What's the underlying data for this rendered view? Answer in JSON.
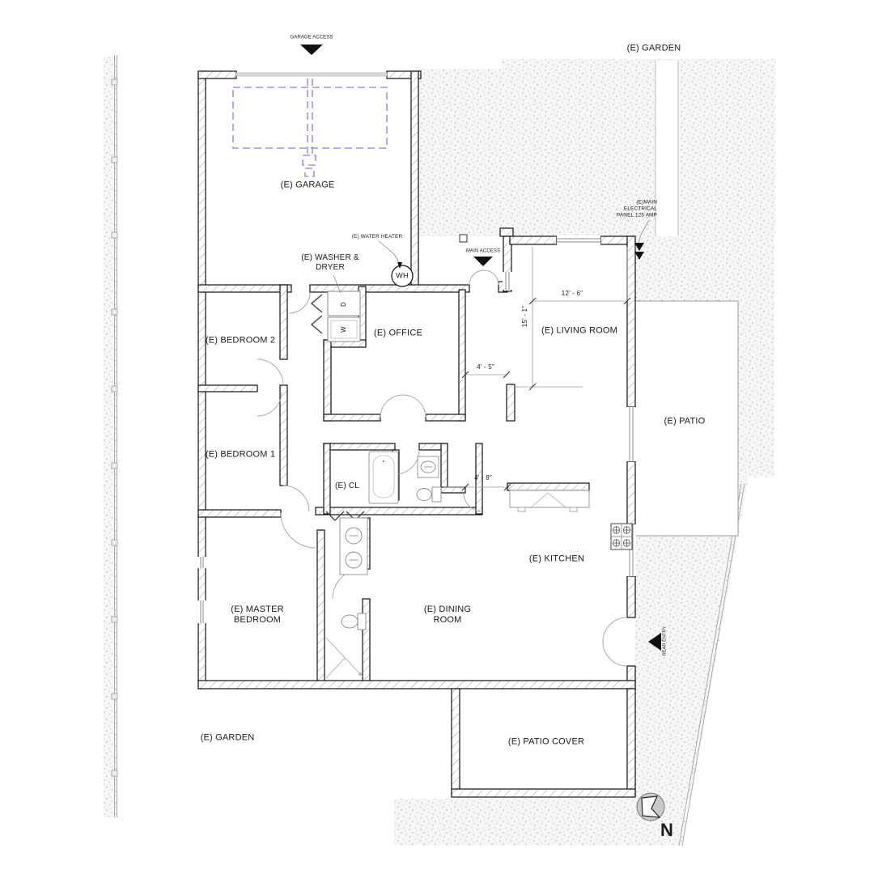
{
  "rooms": {
    "garage": "(E) GARAGE",
    "garden_top": "(E) GARDEN",
    "garden_bottom": "(E) GARDEN",
    "bedroom2": "(E) BEDROOM 2",
    "bedroom1": "(E) BEDROOM 1",
    "office": "(E) OFFICE",
    "living_room": "(E) LIVING ROOM",
    "patio": "(E) PATIO",
    "closet": "(E) CL",
    "kitchen": "(E) KITCHEN",
    "master_bedroom": "(E) MASTER\nBEDROOM",
    "dining_room": "(E) DINING\nROOM",
    "patio_cover": "(E) PATIO COVER"
  },
  "annotations": {
    "garage_access": "GARAGE ACCESS",
    "main_access": "MAIN ACCESS",
    "rear_entry": "REAR ENTRY",
    "water_heater": "(E) WATER HEATER",
    "washer_dryer": "(E) WASHER &\nDRYER",
    "electrical_panel": "(E)MAIN\nELECTRICAL\nPANEL 125 AMP",
    "water_heater_tag": "WH",
    "dryer_tag": "D",
    "washer_tag": "W",
    "north": "N"
  },
  "dimensions": {
    "living_width": "12' - 6\"",
    "living_height": "15' - 1\"",
    "hall_width": "4' - 5\"",
    "kitchen_pass": "4' - 8\""
  },
  "colors": {
    "wall_outline": "#111111",
    "hatch_line": "#9a9a9a",
    "garage_door_dashed": "#8080e8",
    "dim_line": "#8a8a8a",
    "stipple_dot": "#b5b5b5"
  }
}
